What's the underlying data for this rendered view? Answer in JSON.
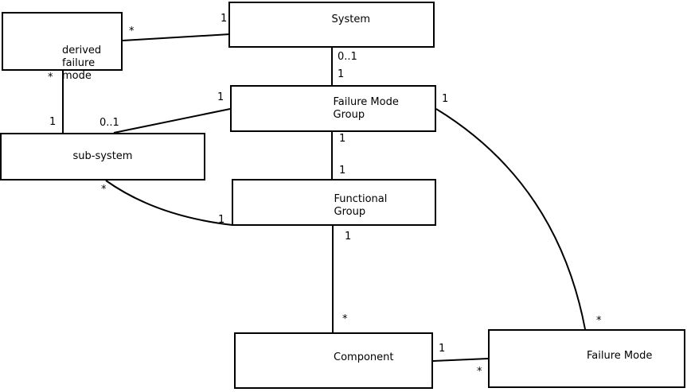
{
  "diagram": {
    "type": "uml-class-association-diagram",
    "colors": {
      "background": "#ffffff",
      "box_fill": "#ffffff",
      "line": "#000000",
      "text": "#000000"
    },
    "nodes": {
      "derived_failure_mode": {
        "label": "derived\nfailure\nmode"
      },
      "system": {
        "label": "System"
      },
      "failure_mode_group": {
        "label": "Failure Mode\nGroup"
      },
      "sub_system": {
        "label": "sub-system"
      },
      "functional_group": {
        "label": "Functional\nGroup"
      },
      "component": {
        "label": "Component"
      },
      "failure_mode": {
        "label": "Failure Mode"
      }
    },
    "connections": [
      {
        "from": "System",
        "to": "derived failure mode",
        "from_label": "1",
        "to_label": "*"
      },
      {
        "from": "derived failure mode",
        "to": "sub-system",
        "from_label": "*",
        "to_label": "1"
      },
      {
        "from": "System",
        "to": "Failure Mode Group",
        "from_label": "0..1",
        "to_label": "1"
      },
      {
        "from": "Failure Mode Group",
        "to": "sub-system",
        "from_label": "1",
        "to_label": "0..1"
      },
      {
        "from": "Failure Mode Group",
        "to": "Functional Group",
        "from_label": "1",
        "to_label": "1"
      },
      {
        "from": "Functional Group",
        "to": "Component",
        "from_label": "1",
        "to_label": "*"
      },
      {
        "from": "sub-system",
        "to": "Functional Group",
        "from_label": "*",
        "to_label": "1"
      },
      {
        "from": "Failure Mode Group",
        "to": "Failure Mode",
        "from_label": "1",
        "to_label": "*"
      },
      {
        "from": "Component",
        "to": "Failure Mode",
        "from_label": "1",
        "to_label": "*"
      }
    ]
  }
}
